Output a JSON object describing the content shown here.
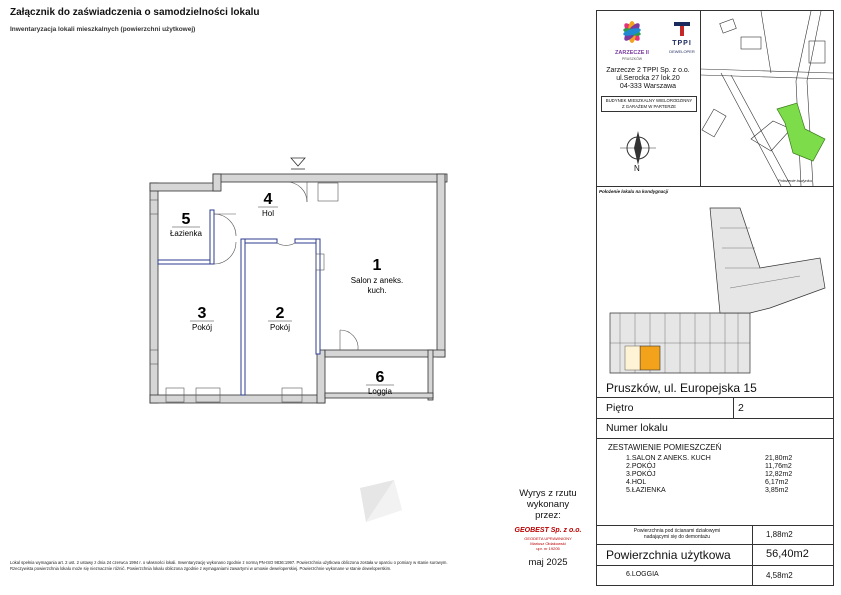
{
  "header": {
    "title": "Załącznik do zaświadczenia o samodzielności lokalu",
    "subtitle": "Inwentaryzacja lokali mieszkalnych (powierzchni użytkowej)"
  },
  "rooms": [
    {
      "num": "1",
      "name_line1": "Salon z aneks.",
      "name_line2": "kuch."
    },
    {
      "num": "2",
      "name": "Pokój"
    },
    {
      "num": "3",
      "name": "Pokój"
    },
    {
      "num": "4",
      "name": "Hol"
    },
    {
      "num": "5",
      "name": "Łazienka"
    },
    {
      "num": "6",
      "name": "Loggia"
    }
  ],
  "logos": {
    "zarzecze": "ZARZECZE II",
    "zarzecze_sub": "PRUSZKÓW",
    "tppi": "TPPI",
    "tppi_sub": "DEWELOPER"
  },
  "company": {
    "line1": "Zarzecze 2 TPPI Sp. z o.o.",
    "line2": "ul.Serocka 27 lok.20",
    "line3": "04-333 Warszawa"
  },
  "building": {
    "line1": "BUDYNEK MIESZKALNY WIELORODZINNY",
    "line2": "Z GARAŻEM W PARTERZE"
  },
  "map": {
    "north_label": "N",
    "plot_label": "Położenie budynku"
  },
  "floor_plan_label": "Położenie lokalu na kondygnacji",
  "address": "Pruszków, ul. Europejska 15",
  "floor": {
    "label": "Piętro",
    "value": "2"
  },
  "unit": {
    "label": "Numer lokalu",
    "value": ""
  },
  "summary": {
    "heading": "ZESTAWIENIE POMIESZCZEŃ",
    "items": [
      {
        "name": "1.SALON Z ANEKS. KUCH",
        "area": "21,80m2"
      },
      {
        "name": "2.POKÓJ",
        "area": "11,76m2"
      },
      {
        "name": "3.POKÓJ",
        "area": "12,82m2"
      },
      {
        "name": "4.HOL",
        "area": "6,17m2"
      },
      {
        "name": "5.ŁAZIENKA",
        "area": "3,85m2"
      }
    ]
  },
  "demountable": {
    "line1": "Powierzchnia pod ścianami działowymi",
    "line2": "nadającymi się do demontażu",
    "value": "1,88m2"
  },
  "usable": {
    "label": "Powierzchnia użytkowa",
    "value": "56,40m2"
  },
  "loggia": {
    "label": "6.LOGGIA",
    "value": "4,58m2"
  },
  "made_by": {
    "line1": "Wyrys z rzutu",
    "line2": "wykonany",
    "line3": "przez:",
    "company": "GEOBEST Sp. z o.o.",
    "stamp1": "GEODETA UPRAWNIONY",
    "stamp2": "Mariusz Ołdakowski",
    "stamp3": "upr. nr 19205",
    "date": "maj 2025"
  },
  "footnote": "Lokal spełnia wymagania art. 2 ust. 2 ustawy z dnia 24 czerwca 1994 r. o własności lokali. Inwentaryzację wykonano zgodnie z normą PN-ISO 9836:1997. Powierzchnia użytkowa obliczona została w oparciu o pomiary w stanie surowym. Rzeczywista powierzchnia lokalu może się nieznacznie różnić. Powierzchnia lokalu obliczona zgodnie z wymaganiami zawartymi w umowie deweloperskiej. Powierzchnie wykonane w stanie deweloperskim."
}
